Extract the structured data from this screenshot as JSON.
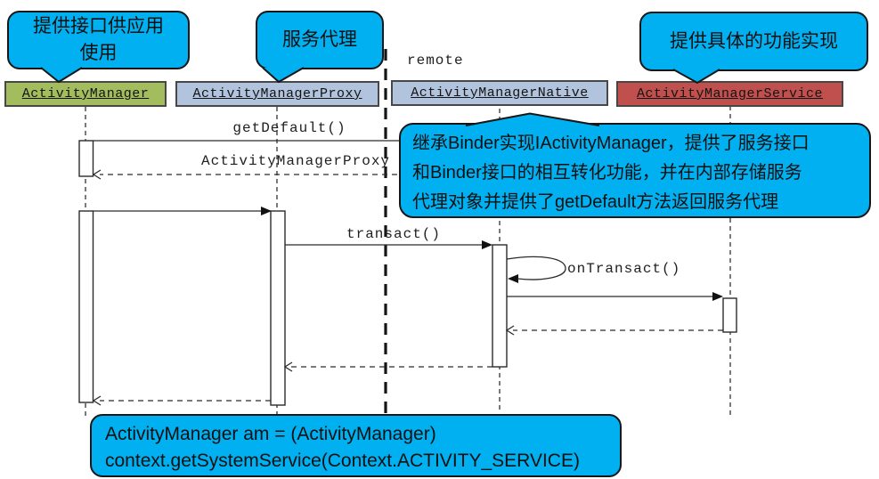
{
  "diagram_title": "ActivityManager binder sequence diagram",
  "headers": [
    {
      "label": "ActivityManager",
      "color": "#a3bd5e"
    },
    {
      "label": "ActivityManagerProxy",
      "color": "#b2c4dd"
    },
    {
      "label": "ActivityManagerNative",
      "color": "#b2c4dd"
    },
    {
      "label": "ActivityManagerService",
      "color": "#c0504d"
    }
  ],
  "callouts": {
    "provide_api": {
      "lines": [
        "提供接口供应用",
        "使用"
      ]
    },
    "service_proxy": {
      "lines": [
        "服务代理"
      ]
    },
    "provide_impl": {
      "lines": [
        "提供具体的功能实现"
      ]
    },
    "native_note": {
      "lines": [
        "继承Binder实现IActivityManager，提供了服务接口",
        "和Binder接口的相互转化功能，并在内部存储服务",
        "代理对象并提供了getDefault方法返回服务代理"
      ]
    },
    "code_note": {
      "lines": [
        "ActivityManager am = (ActivityManager)",
        "context.getSystemService(Context.ACTIVITY_SERVICE)"
      ]
    }
  },
  "messages": {
    "get_default": "getDefault()",
    "return_proxy": "ActivityManagerProxy",
    "transact": "transact()",
    "on_transact": "onTransact()"
  },
  "boundary_label": "remote",
  "colors": {
    "callout_cyan": "#00b0f0",
    "node_green": "#a3bd5e",
    "node_blue": "#b2c4dd",
    "node_red": "#c0504d",
    "line": "#2b2b2b"
  }
}
